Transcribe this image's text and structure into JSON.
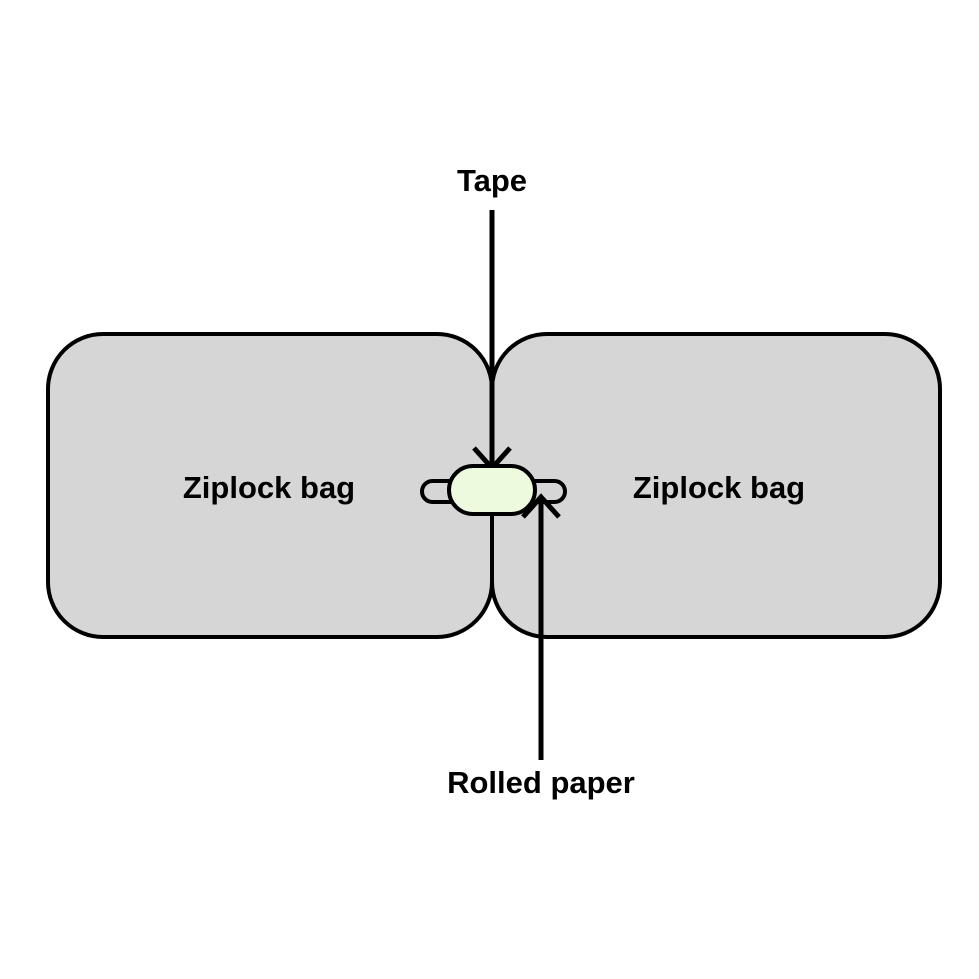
{
  "diagram": {
    "title": "Ziplock bag message capsule diagram",
    "background_color": "#ffffff",
    "stroke_color": "#000000",
    "bag_fill_color": "#d6d6d6",
    "paper_fill_color": "#eefadd",
    "tape_fill_color": "#d6d6d6"
  },
  "labels": {
    "left_bag": "Ziplock bag",
    "right_bag": "Ziplock bag",
    "tape_callout": "Tape",
    "paper_callout": "Rolled paper"
  },
  "icons": {
    "tape_arrow": "arrow-down-icon",
    "paper_arrow": "arrow-up-icon"
  }
}
